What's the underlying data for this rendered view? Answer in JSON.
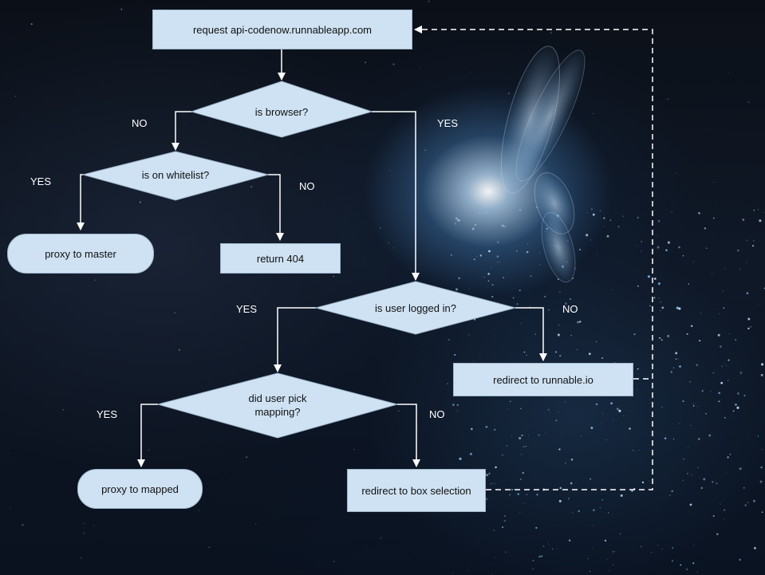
{
  "nodes": {
    "request": "request api-codenow.runnableapp.com",
    "is_browser": "is browser?",
    "is_whitelist": "is on whitelist?",
    "proxy_master": "proxy to master",
    "return_404": "return 404",
    "is_logged_in": "is user logged in?",
    "redirect_runnable": "redirect to runnable.io",
    "did_pick_mapping_line1": "did user pick",
    "did_pick_mapping_line2": "mapping?",
    "proxy_mapped": "proxy to mapped",
    "redirect_box": "redirect to box selection"
  },
  "edges": {
    "browser_no": "NO",
    "browser_yes": "YES",
    "whitelist_yes": "YES",
    "whitelist_no": "NO",
    "logged_yes": "YES",
    "logged_no": "NO",
    "mapping_yes": "YES",
    "mapping_no": "NO"
  },
  "colors": {
    "node_fill": "#cfe2f3",
    "node_border": "#9fb7cc",
    "connector": "#ffffff"
  }
}
